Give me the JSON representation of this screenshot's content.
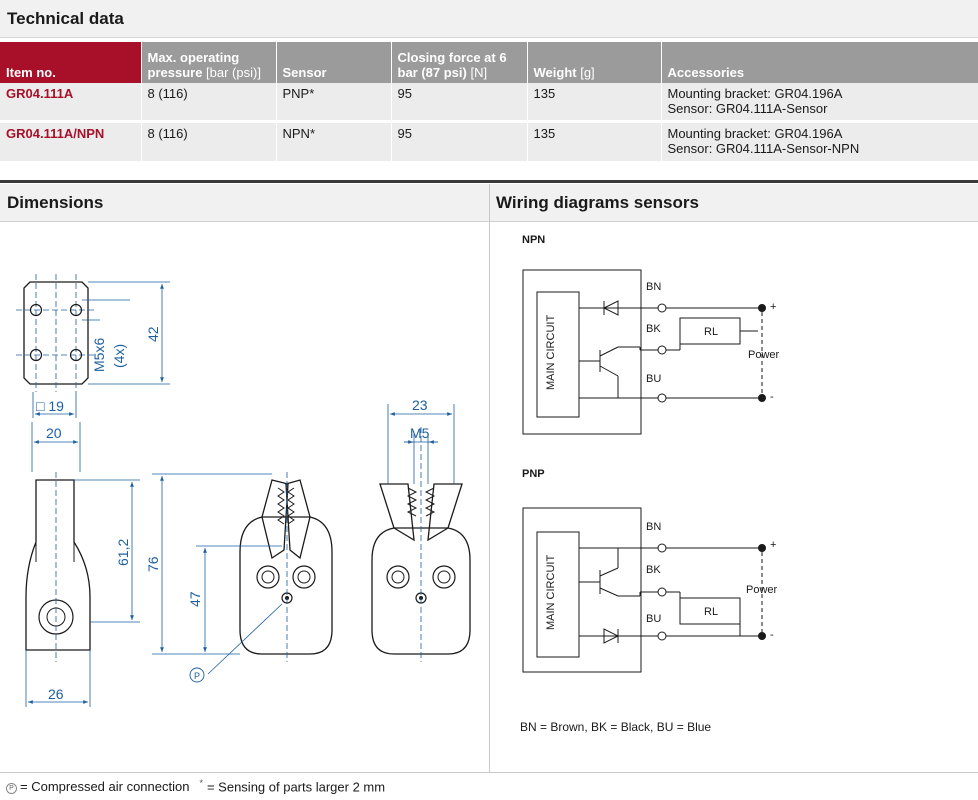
{
  "technical": {
    "title": "Technical data",
    "headers": {
      "item": "Item no.",
      "pressure": "Max. operating pressure",
      "pressure_unit": "[bar (psi)]",
      "sensor": "Sensor",
      "force": "Closing force at 6 bar (87 psi)",
      "force_unit": "[N]",
      "weight": "Weight",
      "weight_unit": "[g]",
      "accessories": "Accessories"
    },
    "rows": [
      {
        "item": "GR04.111A",
        "pressure": "8 (116)",
        "sensor": "PNP*",
        "force": "95",
        "weight": "135",
        "acc1": "Mounting bracket: GR04.196A",
        "acc2": "Sensor: GR04.111A-Sensor"
      },
      {
        "item": "GR04.111A/NPN",
        "pressure": "8 (116)",
        "sensor": "NPN*",
        "force": "95",
        "weight": "135",
        "acc1": "Mounting bracket: GR04.196A",
        "acc2": "Sensor: GR04.111A-Sensor-NPN"
      }
    ]
  },
  "dimensions": {
    "title": "Dimensions",
    "labels": {
      "m5x6": "M5x6",
      "count": "(4x)",
      "d42": "42",
      "sq19": "□ 19",
      "d20": "20",
      "d26": "26",
      "d612": "61,2",
      "d76": "76",
      "d47": "47",
      "p": "P",
      "d23": "23",
      "m5": "M5"
    }
  },
  "wiring": {
    "title": "Wiring diagrams sensors",
    "npn_label": "NPN",
    "pnp_label": "PNP",
    "main_circuit": "MAIN CIRCUIT",
    "bn": "BN",
    "bk": "BK",
    "bu": "BU",
    "rl": "RL",
    "power": "Power",
    "plus": "+",
    "minus": "-",
    "legend": "BN = Brown, BK = Black, BU = Blue"
  },
  "footer": {
    "air_symbol": "P",
    "air": "= Compressed air connection",
    "star": "*",
    "sensing": "= Sensing of parts larger 2 mm"
  },
  "colors": {
    "accent_red": "#a8102a",
    "header_gray": "#9b9b9b",
    "dimension_blue": "#1d5fa0"
  }
}
